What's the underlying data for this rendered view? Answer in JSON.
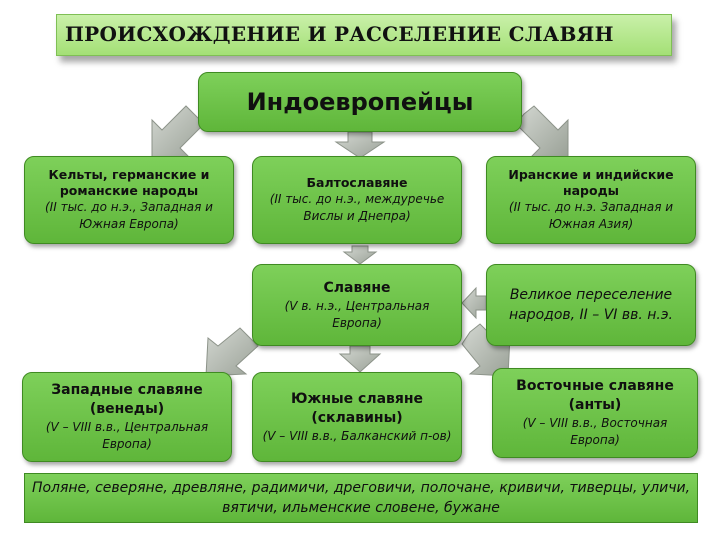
{
  "title": "ПРОИСХОЖДЕНИЕ И РАССЕЛЕНИЕ СЛАВЯН",
  "root": {
    "label": "Индоевропейцы"
  },
  "level1": {
    "left": {
      "label": "Кельты, германские и романские народы",
      "detail": "(II тыс. до н.э., Западная и Южная Европа)"
    },
    "center": {
      "label": "Балтославяне",
      "detail": "(II тыс. до н.э., междуречье Вислы и Днепра)"
    },
    "right": {
      "label": "Иранские и индийские народы",
      "detail": "(II тыс. до н.э. Западная и Южная Азия)"
    }
  },
  "slavs": {
    "label": "Славяне",
    "detail": "(V в. н.э., Центральная Европа)"
  },
  "migration": {
    "detail": "Великое переселение народов, II – VI вв. н.э."
  },
  "level3": {
    "west": {
      "label": "Западные славяне (венеды)",
      "detail": "(V – VIII в.в., Центральная Европа)"
    },
    "south": {
      "label": "Южные славяне (склавины)",
      "detail": "(V – VIII в.в., Балканский п-ов)"
    },
    "east": {
      "label": "Восточные славяне (анты)",
      "detail": "(V – VIII в.в., Восточная Европа)"
    }
  },
  "tribes": "Поляне, северяне, древляне, радимичи, дреговичи, полочане, кривичи, тиверцы, уличи, вятичи, ильменские словене, бужане",
  "colors": {
    "box": "#6cc448",
    "arrow": "#aab0a8",
    "title_bg": "#b3e68a"
  }
}
